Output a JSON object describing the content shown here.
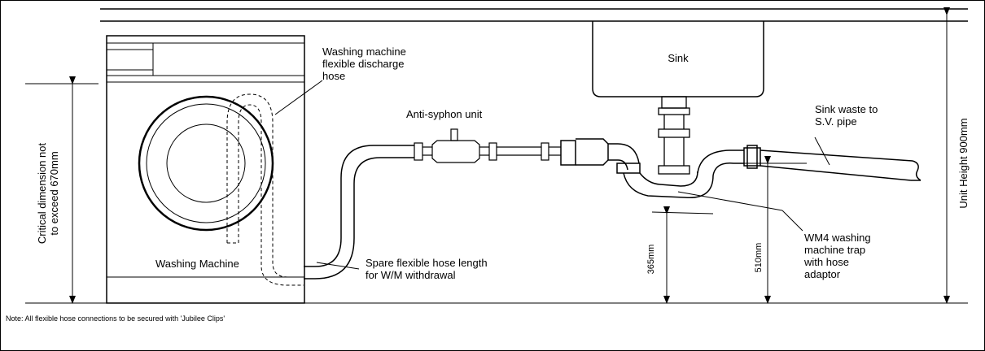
{
  "labels": {
    "hose": [
      "Washing machine",
      "flexible discharge",
      "hose"
    ],
    "sink": "Sink",
    "anti_syphon": "Anti-syphon unit",
    "sink_waste": [
      "Sink waste to",
      "S.V. pipe"
    ],
    "washing_machine": "Washing Machine",
    "spare_hose": [
      "Spare flexible hose length",
      "for W/M withdrawal"
    ],
    "trap": [
      "WM4 washing",
      "machine trap",
      "with hose",
      "adaptor"
    ],
    "critical": [
      "Critical dimension not",
      "to exceed 670mm"
    ],
    "unit_height": "Unit Height 900mm",
    "dim_365": "365mm",
    "dim_510": "510mm"
  },
  "note": "Note: All flexible hose connections to be secured with 'Jubilee Clips'"
}
